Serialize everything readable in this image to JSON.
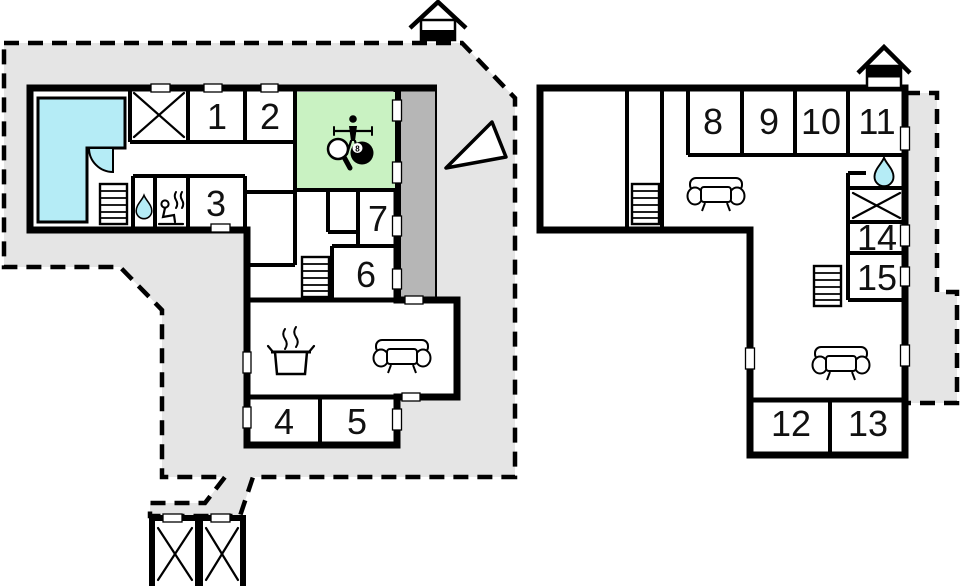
{
  "rooms": {
    "r1": "1",
    "r2": "2",
    "r3": "3",
    "r4": "4",
    "r5": "5",
    "r6": "6",
    "r7": "7",
    "r8": "8",
    "r9": "9",
    "r10": "10",
    "r11": "11",
    "r12": "12",
    "r13": "13",
    "r14": "14",
    "r15": "15"
  },
  "icons": {
    "eight_ball": "8"
  },
  "icon_names": [
    "swimming-pool-icon",
    "pool-corner-steps-icon",
    "stairs-icon",
    "wardrobe-x-icon",
    "water-drop-icon",
    "sauna-icon",
    "foosball-player-icon",
    "table-tennis-paddle-icon",
    "billiard-8-ball-icon",
    "kitchen-pot-icon",
    "sofa-top-view-icon",
    "house-entrance-icon",
    "direction-arrow-icon",
    "door-window-marker",
    "shed-x-icon"
  ],
  "colors": {
    "site": "#e5e5e5",
    "terrace": "#b6b6b6",
    "water": "#b5ecf6",
    "games_room": "#c9f2c2",
    "wall": "#000000",
    "label": "#111111"
  }
}
